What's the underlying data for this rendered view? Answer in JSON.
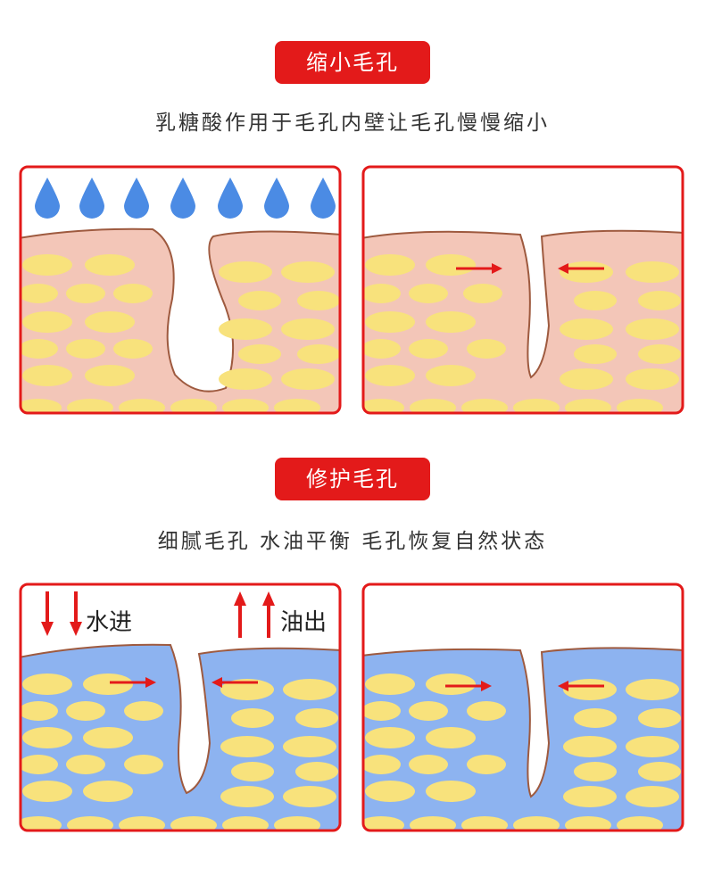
{
  "section1": {
    "title": "缩小毛孔",
    "subtitle": "乳糖酸作用于毛孔内壁让毛孔慢慢缩小"
  },
  "section2": {
    "title": "修护毛孔",
    "subtitle": "细腻毛孔 水油平衡 毛孔恢复自然状态",
    "water_in_label": "水进",
    "oil_out_label": "油出"
  },
  "colors": {
    "frame": "#e31a1a",
    "skin": "#f3c6b8",
    "skin_outline": "#9e5a3f",
    "cells": "#f8e27c",
    "water_drop": "#4b8be4",
    "hydrated_skin": "#8db3f0",
    "arrow": "#e31a1a"
  }
}
